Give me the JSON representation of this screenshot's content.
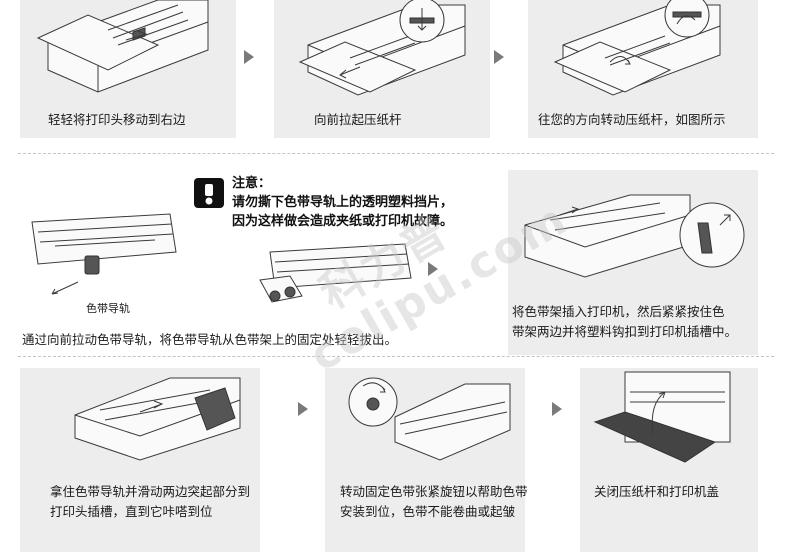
{
  "steps_row1": [
    {
      "caption": "轻轻将打印头移动到右边"
    },
    {
      "caption": "向前拉起压纸杆"
    },
    {
      "caption": "往您的方向转动压纸杆，如图所示"
    }
  ],
  "notice": {
    "title": "注意：",
    "line1": "请勿撕下色带导轨上的透明塑料挡片，",
    "line2": "因为这样做会造成夹纸或打印机故障。"
  },
  "row2": {
    "ribbon_guide_label": "色带导轨",
    "caption_left": "通过向前拉动色带导轨，将色带导轨从色带架上的固定处轻轻拔出。",
    "caption_right_line1": "将色带架插入打印机，然后紧紧按住色",
    "caption_right_line2": "带架两边并将塑料钩扣到打印机插槽中。"
  },
  "steps_row3": [
    {
      "line1": "拿住色带导轨并滑动两边突起部分到",
      "line2": "打印头插槽，直到它咔嗒到位"
    },
    {
      "line1": "转动固定色带张紧旋钮以帮助色带",
      "line2": "安装到位，色带不能卷曲或起皱"
    },
    {
      "line1": "关闭压纸杆和打印机盖",
      "line2": ""
    }
  ],
  "watermark": {
    "cn": "科力普",
    "en": "colipu.com"
  }
}
